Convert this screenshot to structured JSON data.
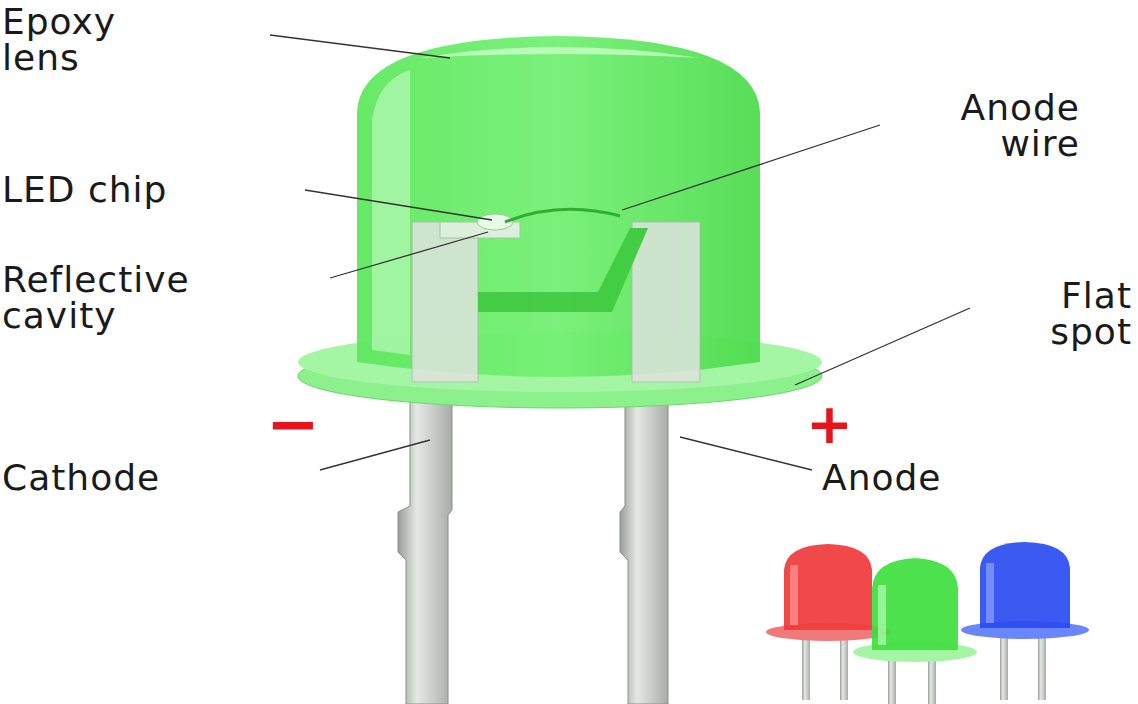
{
  "diagram": {
    "labels": [
      "Epoxy lens",
      "LED chip",
      "Reflective cavity",
      "Anode wire",
      "Flat spot",
      "−",
      "+",
      "Cathode",
      "Anode"
    ]
  }
}
